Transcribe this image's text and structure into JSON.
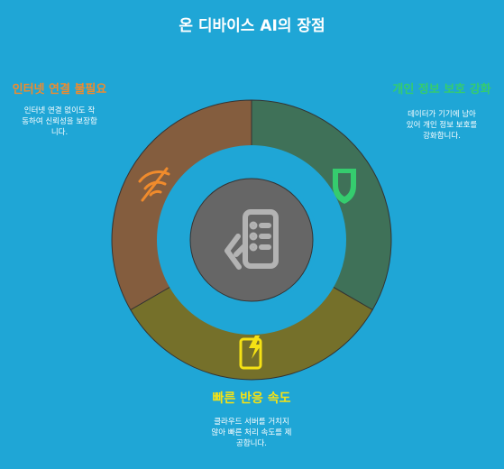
{
  "title": "온 디바이스 AI의 장점",
  "segments": [
    {
      "id": "offline",
      "heading": "인터넷 연결 불필요",
      "desc_lines": [
        "인터넷 연결 없이도 작",
        "동하여 신뢰성을 보장합",
        "니다."
      ],
      "color": "#f08b2c",
      "fill": "#845d3e",
      "icon": "no-wifi-icon"
    },
    {
      "id": "privacy",
      "heading": "개인 정보 보호 강화",
      "desc_lines": [
        "데이터가 기기에 남아",
        "있어 개인 정보 보호를",
        "강화합니다."
      ],
      "color": "#35cc6e",
      "fill": "#3f7158",
      "icon": "shield-icon"
    },
    {
      "id": "speed",
      "heading": "빠른 반응 속도",
      "desc_lines": [
        "클라우드 서버를 거치지",
        "않아 빠른 처리 속도를 제",
        "공합니다."
      ],
      "color": "#f5e214",
      "fill": "#75702a",
      "icon": "phone-charging-icon"
    }
  ],
  "center": {
    "icon": "hand-holding-phone-icon",
    "fill": "#666666"
  }
}
